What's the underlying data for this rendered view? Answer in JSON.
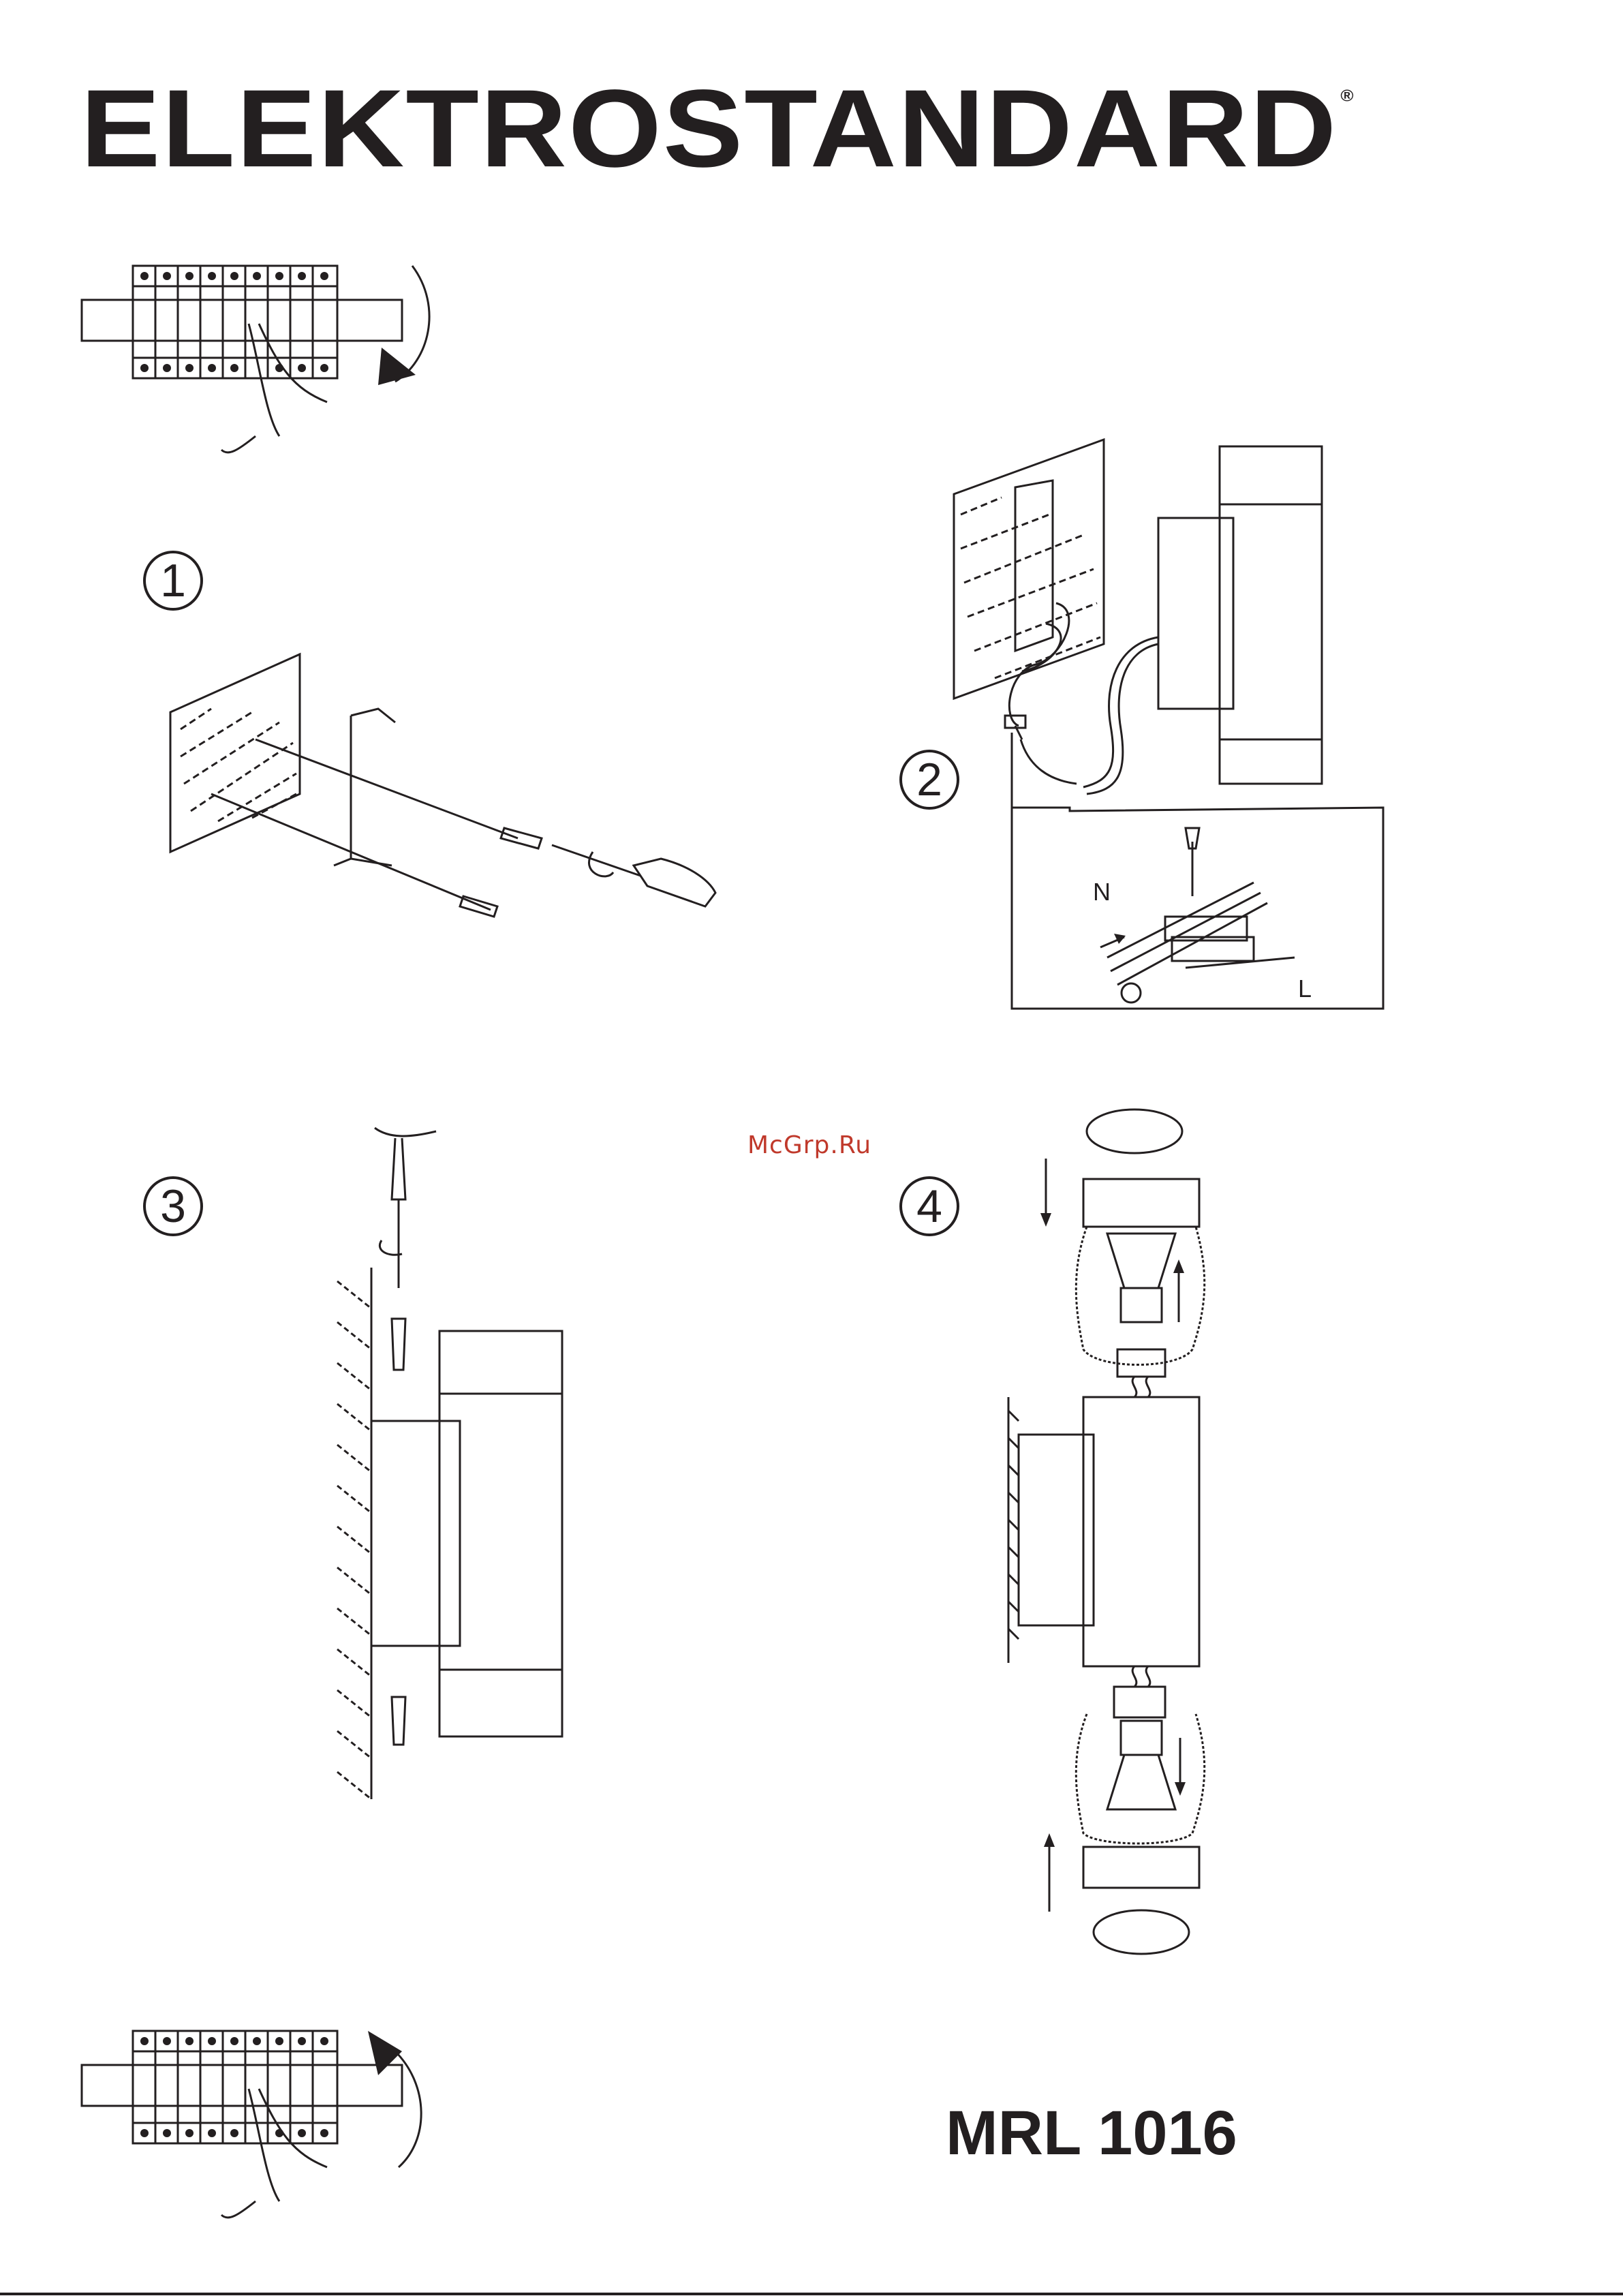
{
  "header": {
    "brand": "ELEKTROSTANDARD",
    "registered_mark": "®"
  },
  "steps": [
    {
      "number": "1"
    },
    {
      "number": "2",
      "labels": {
        "neutral": "N",
        "live": "L"
      }
    },
    {
      "number": "3"
    },
    {
      "number": "4"
    }
  ],
  "watermark": "McGrp.Ru",
  "model": "MRL 1016",
  "icons": [
    "breaker-panel-off-icon",
    "breaker-panel-on-icon",
    "screwdriver-icon",
    "ground-icon"
  ]
}
